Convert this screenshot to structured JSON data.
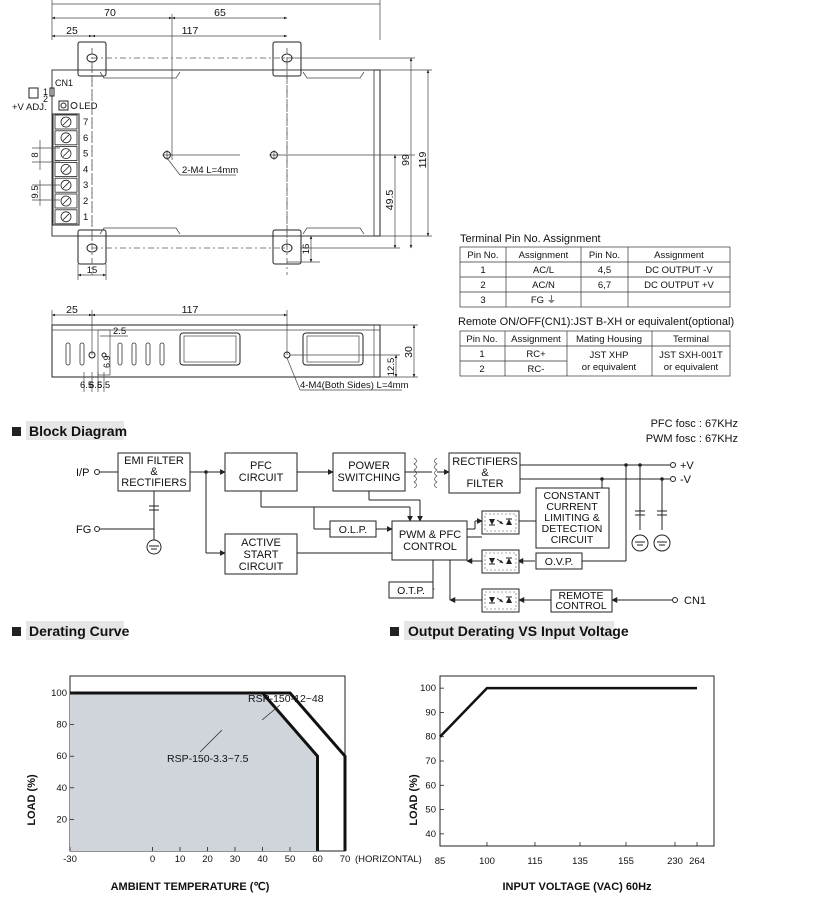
{
  "top_drawing": {
    "dims": {
      "d70": "70",
      "d65": "65",
      "d25": "25",
      "d117": "117",
      "d119": "119",
      "d99": "99",
      "d49_5": "49.5",
      "d16": "16",
      "d15": "15",
      "d8": "8",
      "d9_5": "9.5"
    },
    "labels": {
      "cn1": "CN1",
      "pin1": "1",
      "pin2": "2",
      "vadj": "+V ADJ.",
      "led": "LED",
      "mount_hole": "2-M4 L=4mm"
    },
    "terminal_numbers": [
      "7",
      "6",
      "5",
      "4",
      "3",
      "2",
      "1"
    ]
  },
  "side_drawing": {
    "dims": {
      "d25": "25",
      "d117": "117",
      "d2_5": "2.5",
      "d6_9": "6.9",
      "d12_5": "12.5",
      "d30": "30",
      "d6_5a": "6.5",
      "d6_5b": "6.5",
      "d6_5c": "6.5"
    },
    "hole_label": "4-M4(Both Sides) L=4mm"
  },
  "terminal_table": {
    "title": "Terminal Pin No.  Assignment",
    "headers": [
      "Pin No.",
      "Assignment",
      "Pin No.",
      "Assignment"
    ],
    "rows": [
      [
        "1",
        "AC/L",
        "4,5",
        "DC OUTPUT -V"
      ],
      [
        "2",
        "AC/N",
        "6,7",
        "DC OUTPUT +V"
      ],
      [
        "3",
        "FG ⏚",
        "",
        ""
      ]
    ]
  },
  "remote_table": {
    "title": "Remote ON/OFF(CN1):JST B-XH or equivalent(optional)",
    "headers": [
      "Pin No.",
      "Assignment",
      "Mating Housing",
      "Terminal"
    ],
    "pins": [
      "1",
      "2"
    ],
    "assignments": [
      "RC+",
      "RC-"
    ],
    "housing_lines": [
      "JST XHP",
      "or equivalent"
    ],
    "terminal_lines": [
      "JST SXH-001T",
      "or equivalent"
    ]
  },
  "block_diagram": {
    "title": "Block Diagram",
    "freq1": "PFC fosc : 67KHz",
    "freq2": "PWM fosc : 67KHz",
    "emi": [
      "EMI FILTER",
      "&",
      "RECTIFIERS"
    ],
    "pfc": [
      "PFC",
      "CIRCUIT"
    ],
    "power": [
      "POWER",
      "SWITCHING"
    ],
    "rect": [
      "RECTIFIERS",
      "&",
      "FILTER"
    ],
    "active": [
      "ACTIVE",
      "START",
      "CIRCUIT"
    ],
    "pwm": [
      "PWM & PFC",
      "CONTROL"
    ],
    "olp": "O.L.P.",
    "otp": "O.T.P.",
    "ovp": "O.V.P.",
    "cc": [
      "CONSTANT",
      "CURRENT",
      "LIMITING &",
      "DETECTION",
      "CIRCUIT"
    ],
    "remote": [
      "REMOTE",
      "CONTROL"
    ],
    "ip": "I/P",
    "fg": "FG",
    "vplus": "+V",
    "vminus": "-V",
    "cn1": "CN1"
  },
  "derating": {
    "title": "Derating Curve",
    "chart_data": {
      "type": "line",
      "xlabel": "AMBIENT TEMPERATURE (℃)",
      "ylabel": "LOAD (%)",
      "x_ticks": [
        "-30",
        "0",
        "10",
        "20",
        "30",
        "40",
        "50",
        "60",
        "70"
      ],
      "x_tick_values": [
        -30,
        0,
        10,
        20,
        30,
        40,
        50,
        60,
        70
      ],
      "x_suffix": "(HORIZONTAL)",
      "y_ticks": [
        "100",
        "80",
        "60",
        "40",
        "20"
      ],
      "y_tick_values": [
        100,
        80,
        60,
        40,
        20
      ],
      "xlim": [
        -30,
        70
      ],
      "ylim": [
        0,
        100
      ],
      "series": [
        {
          "name": "RSP-150-3.3~7.5",
          "x": [
            -30,
            40,
            60,
            60
          ],
          "y": [
            100,
            100,
            60,
            0
          ]
        },
        {
          "name": "RSP-150-12~48",
          "x": [
            -30,
            50,
            70,
            70
          ],
          "y": [
            100,
            100,
            60,
            0
          ]
        }
      ]
    }
  },
  "output_derating": {
    "title": "Output Derating VS Input Voltage",
    "chart_data": {
      "type": "line",
      "xlabel": "INPUT VOLTAGE (VAC) 60Hz",
      "ylabel": "LOAD (%)",
      "x_ticks": [
        "85",
        "100",
        "115",
        "135",
        "155",
        "230",
        "264"
      ],
      "y_ticks": [
        "100",
        "90",
        "80",
        "70",
        "60",
        "50",
        "40"
      ],
      "y_tick_values": [
        100,
        90,
        80,
        70,
        60,
        50,
        40
      ],
      "ylim": [
        35,
        105
      ],
      "series": [
        {
          "x": [
            "85",
            "100",
            "264"
          ],
          "y": [
            80,
            100,
            100
          ]
        }
      ]
    }
  }
}
